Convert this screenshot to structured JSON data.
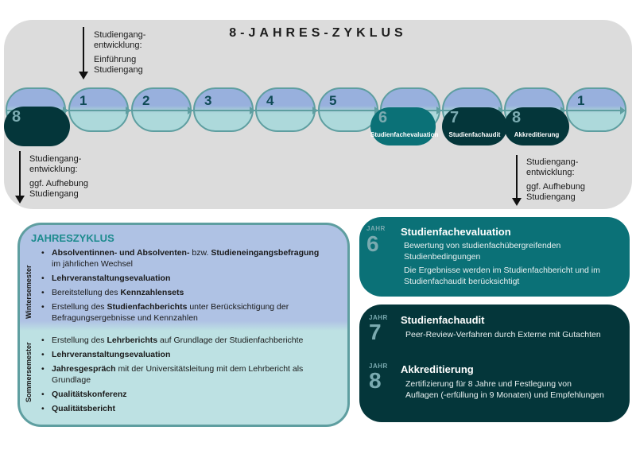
{
  "cycle": {
    "title": "8-JAHRES-ZYKLUS",
    "intro_note": {
      "line1": "Studiengang-",
      "line2": "entwicklung:",
      "line3": "Einführung",
      "line4": "Studiengang"
    },
    "left_note": {
      "line1": "Studiengang-",
      "line2": "entwicklung:",
      "line3": "ggf. Aufhebung",
      "line4": "Studiengang"
    },
    "right_note": {
      "line1": "Studiengang-",
      "line2": "entwicklung:",
      "line3": "ggf. Aufhebung",
      "line4": "Studiengang"
    },
    "years": [
      "",
      "1",
      "2",
      "3",
      "4",
      "5",
      "",
      "",
      "",
      "1"
    ],
    "milestones": [
      {
        "num": "8",
        "label": ""
      },
      {
        "num": "6",
        "label": "Studienfachevaluation"
      },
      {
        "num": "7",
        "label": "Studienfachaudit"
      },
      {
        "num": "8",
        "label": "Akkreditierung"
      }
    ]
  },
  "jahreszyklus": {
    "title": "JAHRESZYKLUS",
    "winter_label": "Wintersemester",
    "summer_label": "Sommersemester",
    "winter_items": [
      {
        "parts": [
          [
            "b",
            "Absolventinnen- und Absolventen-"
          ],
          [
            "t",
            " bzw. "
          ],
          [
            "b",
            "Studieneingangsbefragung"
          ],
          [
            "t",
            " im jährlichen Wechsel"
          ]
        ]
      },
      {
        "parts": [
          [
            "b",
            "Lehrveranstaltungsevaluation"
          ]
        ]
      },
      {
        "parts": [
          [
            "t",
            "Bereitstellung des "
          ],
          [
            "b",
            "Kennzahlensets"
          ]
        ]
      },
      {
        "parts": [
          [
            "t",
            "Erstellung des "
          ],
          [
            "b",
            "Studienfachberichts"
          ],
          [
            "t",
            " unter Berücksichtigung der Befragungsergebnisse und Kennzahlen"
          ]
        ]
      }
    ],
    "summer_items": [
      {
        "parts": [
          [
            "t",
            "Erstellung des "
          ],
          [
            "b",
            "Lehrberichts"
          ],
          [
            "t",
            " auf Grundlage der Studienfachberichte"
          ]
        ]
      },
      {
        "parts": [
          [
            "b",
            "Lehrveranstaltungsevaluation"
          ]
        ]
      },
      {
        "parts": [
          [
            "b",
            "Jahresgespräch"
          ],
          [
            "t",
            " mit der Universitätsleitung mit dem Lehrbericht als Grundlage"
          ]
        ]
      },
      {
        "parts": [
          [
            "b",
            "Qualitätskonferenz"
          ]
        ]
      },
      {
        "parts": [
          [
            "b",
            "Qualitätsbericht"
          ]
        ]
      }
    ]
  },
  "details": [
    {
      "jahr": "JAHR",
      "num": "6",
      "title": "Studienfachevaluation",
      "lines": [
        "Bewertung von studienfachübergreifenden Studienbedingungen",
        "Die Ergebnisse werden im Studienfachbericht und im Studienfachaudit berücksichtigt"
      ]
    },
    {
      "jahr": "JAHR",
      "num": "7",
      "title": "Studienfachaudit",
      "lines": [
        "Peer-Review-Verfahren durch Externe mit Gutachten"
      ]
    },
    {
      "jahr": "JAHR",
      "num": "8",
      "title": "Akkreditierung",
      "lines": [
        "Zertifizierung für 8 Jahre und Festlegung von Auflagen (-erfüllung in 9 Monaten) und Empfehlungen"
      ]
    }
  ],
  "colors": {
    "teal": "#0b7177",
    "dark": "#04363a",
    "border": "#5e9ea0",
    "blue": "#98b0dd",
    "aqua": "#add9db",
    "gray": "#dcdcdc"
  }
}
